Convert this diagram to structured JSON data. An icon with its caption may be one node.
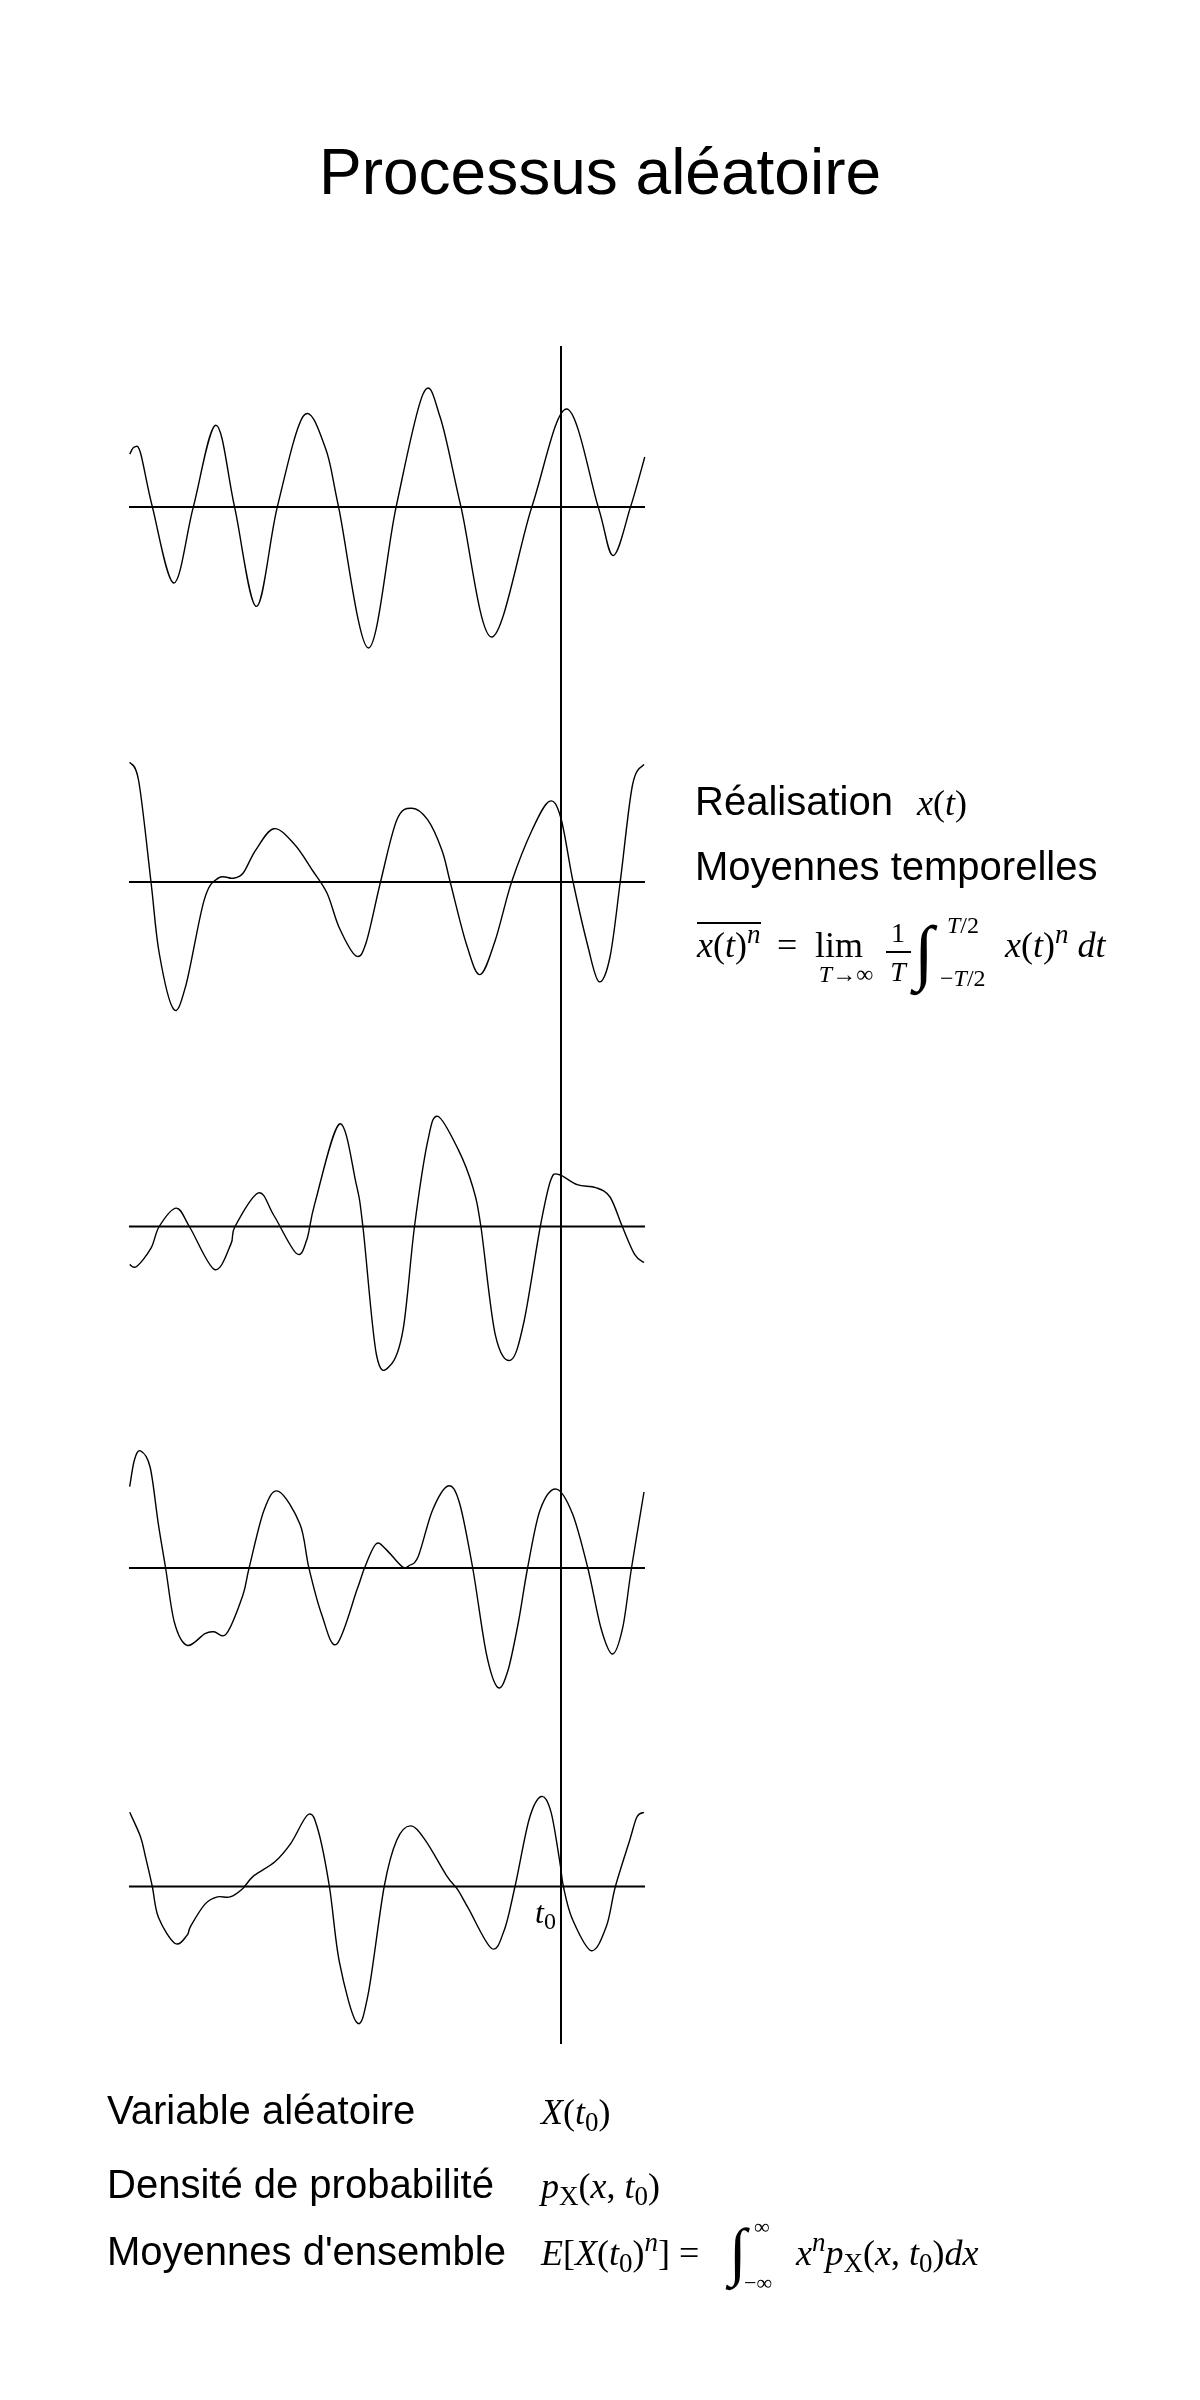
{
  "diagram": {
    "title": "Processus aléatoire",
    "labels": [
      "Réalisation",
      "*x*(*t*)",
      "Moyennes temporelles",
      "*x*(*t*)$^{n}$",
      "=",
      "lim",
      "*T*→∞",
      "1",
      "*T*",
      "∫",
      "*T*/2",
      "−*T*/2",
      "*x*(*t*)$^{n}$ *dt*",
      "*t*$_{0}$",
      "Variable aléatoire",
      "*X*(*t*$_{0}$)",
      "Densité de probabilité",
      "*p*$_{X}$(*x*, *t*$_{0}$)",
      "Moyennes d'ensemble",
      "*E*[*X*(*t*$_{0}$)$^{n}$] =",
      "∫",
      "∞",
      "−∞",
      "*x*$^{n}$*p*$_{X}$(*x*, *t*$_{0}$)*dx*"
    ]
  }
}
